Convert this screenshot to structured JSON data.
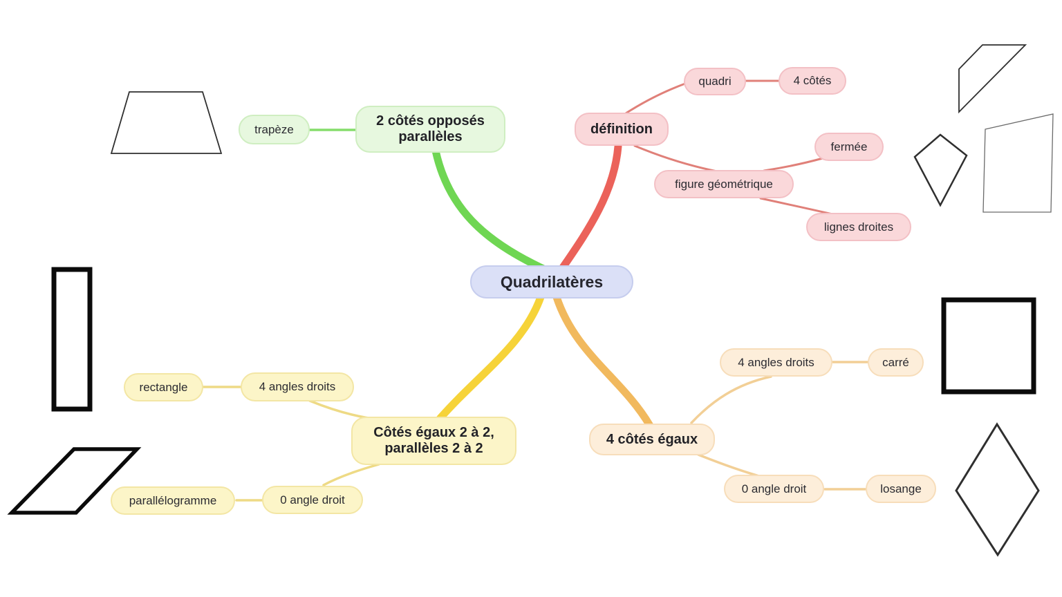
{
  "title": "Quadrilatères",
  "colors": {
    "center_fill": "#dbe0f7",
    "center_border": "#c6cdee",
    "green_branch": "#6fd653",
    "green_fill": "#e7f8df",
    "green_border": "#cfeec1",
    "green_line": "#85dd6b",
    "red_branch": "#eb625a",
    "red_fill": "#fad8da",
    "red_border": "#f3c0c5",
    "red_line": "#e08079",
    "yellow_branch": "#f6d339",
    "yellow_fill": "#fcf5c8",
    "yellow_border": "#f3e6a4",
    "yellow_line": "#eeda85",
    "orange_branch": "#f1b95e",
    "orange_fill": "#fdeeda",
    "orange_border": "#f7ddba",
    "orange_line": "#f2cf96",
    "shape_stroke": "#2f2f2f",
    "shape_stroke_light": "#6a6a6a",
    "text": "#2b2b31"
  },
  "map": {
    "center": {
      "label": "Quadrilatères"
    },
    "branches": [
      {
        "name": "parallel-opposite-sides",
        "color": "green",
        "label": "2 côtés opposés parallèles",
        "children": [
          {
            "label": "trapèze"
          }
        ]
      },
      {
        "name": "definition",
        "color": "red",
        "label": "définition",
        "children": [
          {
            "label": "quadri",
            "children": [
              {
                "label": "4 côtés"
              }
            ]
          },
          {
            "label": "figure géométrique",
            "children": [
              {
                "label": "fermée"
              },
              {
                "label": "lignes droites"
              }
            ]
          }
        ]
      },
      {
        "name": "equal-sides-in-pairs",
        "color": "yellow",
        "label": "Côtés égaux 2 à 2, parallèles 2 à 2",
        "children": [
          {
            "label": "4 angles droits",
            "children": [
              {
                "label": "rectangle"
              }
            ]
          },
          {
            "label": "0 angle droit",
            "children": [
              {
                "label": "parallélogramme"
              }
            ]
          }
        ]
      },
      {
        "name": "four-equal-sides",
        "color": "orange",
        "label": "4 côtés égaux",
        "children": [
          {
            "label": "4 angles droits",
            "children": [
              {
                "label": "carré"
              }
            ]
          },
          {
            "label": "0 angle droit",
            "children": [
              {
                "label": "losange"
              }
            ]
          }
        ]
      }
    ]
  },
  "shape_drawings": [
    "trapezoid",
    "tall-thin-rectangle",
    "parallelogram",
    "square",
    "rhombus",
    "irregular-quadrilateral",
    "kite",
    "irregular-quadrilateral-2"
  ]
}
